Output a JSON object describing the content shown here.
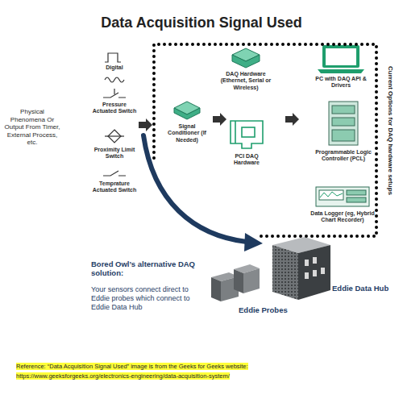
{
  "diagram": {
    "title": "Data Acquisition Signal Used",
    "nodes": [
      {
        "text": [
          "Current Options for DAQ hardware setups"
        ]
      }
    ],
    "labels": [
      "Physical Phenomena Or Output From Timer, External Process, etc.",
      "Digital",
      "Pressure Actuated Switch",
      "Proximity Limit Switch",
      "Temprature Actuated Switch",
      "Signal Conditioner (If Needed)",
      "DAQ Hardware (Ethernet, Serial or Wireless)",
      "PCI DAQ Hardware",
      "PC with DAQ API & Drivers",
      "Programmable Logic Controller (PCL)",
      "Data Logger (eg, Hybrid Chart Recorder)",
      "Bored Owl’s alternative DAQ solution:",
      "Your sensors connect direct to Eddie probes which connect to Eddie Data Hub",
      "Eddie Data Hub",
      "Eddie Probes",
      "Reference: “Data Acquisition Signal Used” image is from the Geeks for Geeks website: https://www.geeksforgeeks.org/electronics-engineering/data-acquisition-system/"
    ]
  }
}
